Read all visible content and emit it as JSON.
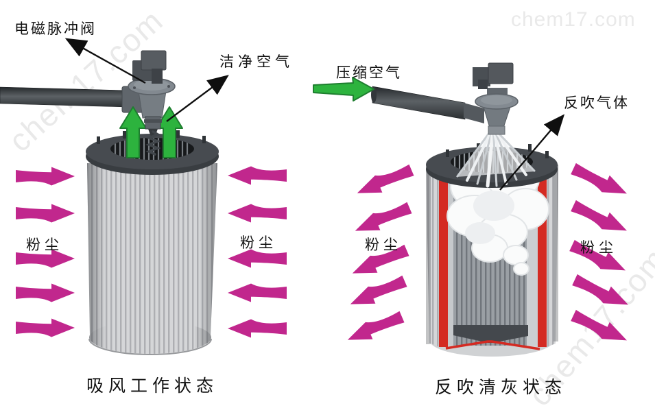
{
  "colors": {
    "magenta": "#c1278d",
    "green": "#2db33e",
    "green_dark": "#1e7e2f",
    "red": "#d42a22",
    "watermark_gray": "#e9e9e9",
    "text": "#111111"
  },
  "watermarks": {
    "top_right": "chem17.com",
    "left_diagonal": "chem17.com",
    "bottom_right_diagonal": "chem17.com"
  },
  "left_unit": {
    "valve_label": "电磁脉冲阀",
    "clean_air_label": "洁净空气",
    "dust_left_label": "粉尘",
    "dust_right_label": "粉尘",
    "caption": "吸风工作状态"
  },
  "right_unit": {
    "compressed_air_label": "压缩空气",
    "backblow_gas_label": "反吹气体",
    "dust_left_label": "粉尘",
    "dust_right_label": "粉尘",
    "caption": "反吹清灰状态"
  }
}
